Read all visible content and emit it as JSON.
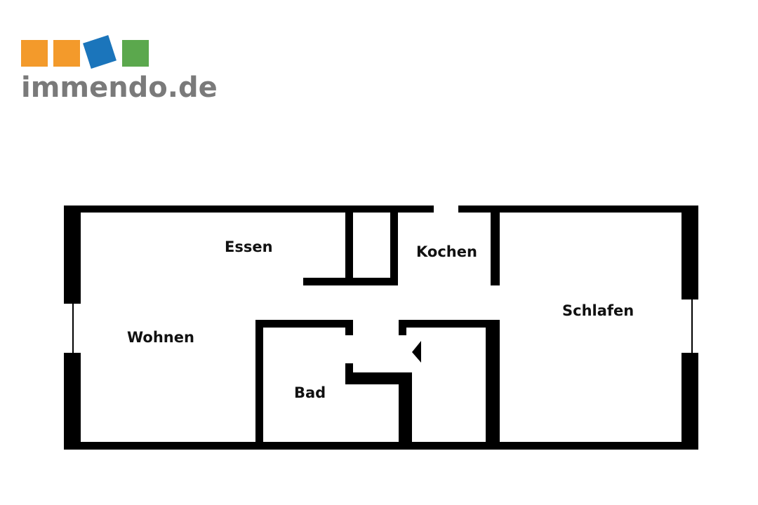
{
  "logo": {
    "text": "immendo.de",
    "colors": {
      "square_1": "#F39A2B",
      "square_2": "#F39A2B",
      "square_3": "#1B75BB",
      "square_4": "#5BA84D",
      "text": "#7A7A7A"
    }
  },
  "floorplan": {
    "rooms": {
      "essen": "Essen",
      "kochen": "Kochen",
      "wohnen": "Wohnen",
      "bad": "Bad",
      "schlafen": "Schlafen"
    },
    "wall_color": "#000000"
  }
}
